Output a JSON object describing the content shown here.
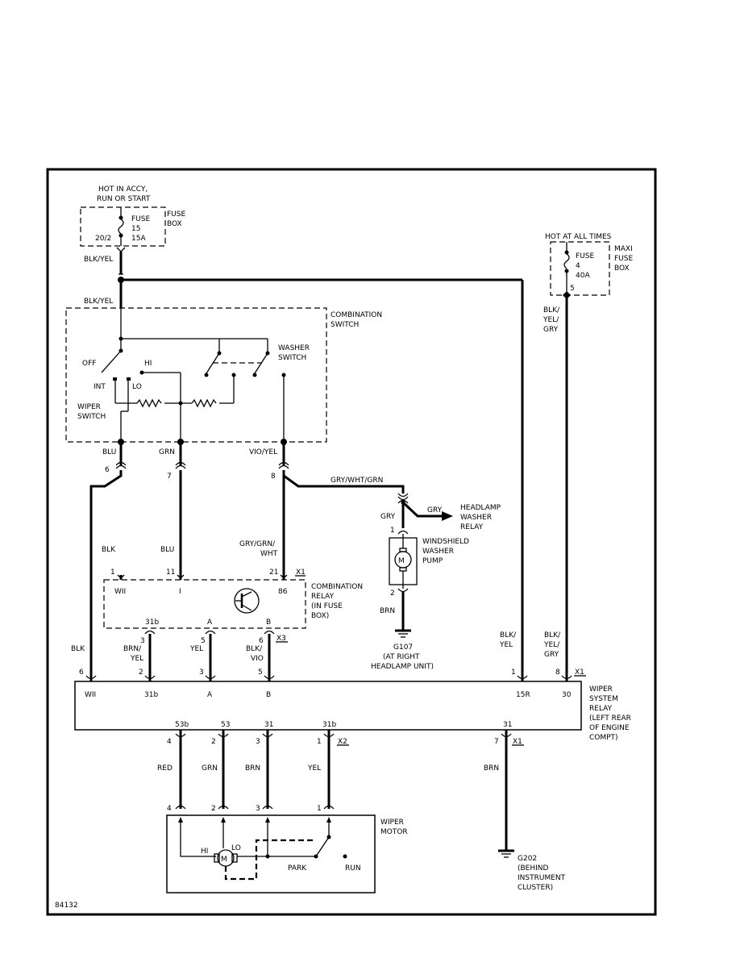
{
  "power": {
    "hot_accy": [
      "HOT IN ACCY,",
      "RUN OR START"
    ],
    "fuse_box": [
      "FUSE",
      "BOX"
    ],
    "fuse15": [
      "FUSE",
      "15",
      "15A"
    ],
    "fuse_pos": "20/2",
    "hot_all": "HOT AT ALL TIMES",
    "maxi_box": [
      "MAXI",
      "FUSE",
      "BOX"
    ],
    "fuse4": [
      "FUSE",
      "4",
      "40A"
    ],
    "maxi_pin": "5"
  },
  "wires": {
    "blk_yel": "BLK/YEL",
    "blk_yel_2": "BLK/YEL",
    "blu": "BLU",
    "grn": "GRN",
    "vio_yel": "VIO/YEL",
    "gry_wht_grn": "GRY/WHT/GRN",
    "gry": "GRY",
    "gry2": "GRY",
    "blk_a": "BLK",
    "blu_b": "BLU",
    "gry_grn_wht": [
      "GRY/GRN/",
      "WHT"
    ],
    "brn_pump": "BRN",
    "blk_yel_gry": [
      "BLK/",
      "YEL/",
      "GRY"
    ],
    "blk_yel_r1": [
      "BLK/",
      "YEL"
    ],
    "blk_yel_gry_r2": [
      "BLK/",
      "YEL/",
      "GRY"
    ],
    "blk_main": "BLK",
    "brn_yel": [
      "BRN/",
      "YEL"
    ],
    "yel_a": "YEL",
    "blk_vio": [
      "BLK/",
      "VIO"
    ],
    "red": "RED",
    "grn_b": "GRN",
    "brn_c": "BRN",
    "yel_b": "YEL",
    "brn_gnd": "BRN"
  },
  "combination_switch": {
    "title": [
      "COMBINATION",
      "SWITCH"
    ],
    "washer": [
      "WASHER",
      "SWITCH"
    ],
    "off": "OFF",
    "hi": "HI",
    "int": "INT",
    "lo": "LO",
    "wiper": [
      "WIPER",
      "SWITCH"
    ]
  },
  "connector_pins": {
    "p6": "6",
    "p7": "7",
    "p8": "8",
    "p1": "1",
    "p11": "11",
    "p21": "21",
    "x1": "X1",
    "p3": "3",
    "p5": "5",
    "p6b": "6",
    "x3": "X3",
    "p2": "2",
    "r6": "6",
    "r2": "2",
    "r3": "3",
    "r5": "5",
    "r1": "1",
    "r8": "8",
    "rx1": "X1",
    "b4": "4",
    "b2": "2",
    "b3": "3",
    "b1": "1",
    "bx2": "X2",
    "b7": "7",
    "bx1": "X1",
    "m4": "4",
    "m2": "2",
    "m3": "3",
    "m1": "1",
    "pump1": "1",
    "pump2": "2"
  },
  "combination_relay": {
    "title": [
      "COMBINATION",
      "RELAY",
      "(IN FUSE",
      "BOX)"
    ],
    "t_wii": "WII",
    "t_i": "I",
    "t_86": "86",
    "t_31b": "31b",
    "t_a": "A",
    "t_b": "B"
  },
  "headlamp": [
    "HEADLAMP",
    "WASHER",
    "RELAY"
  ],
  "pump": [
    "WINDSHIELD",
    "WASHER",
    "PUMP"
  ],
  "pump_motor": "M",
  "ground_g107": [
    "G107",
    "(AT RIGHT",
    "HEADLAMP UNIT)"
  ],
  "wiper_relay": {
    "title": [
      "WIPER",
      "SYSTEM",
      "RELAY",
      "(LEFT REAR",
      "OF ENGINE",
      "COMPT)"
    ],
    "t_wii": "WII",
    "t_31b": "31b",
    "t_a": "A",
    "t_b": "B",
    "t_15r": "15R",
    "t_30": "30",
    "t_53b": "53b",
    "t_53": "53",
    "t_31": "31",
    "t_31b_2": "31b",
    "t_31_2": "31"
  },
  "wiper_motor": {
    "title": [
      "WIPER",
      "MOTOR"
    ],
    "hi": "HI",
    "lo": "LO",
    "m": "M",
    "park": "PARK",
    "run": "RUN"
  },
  "ground_g202": [
    "G202",
    "(BEHIND",
    "INSTRUMENT",
    "CLUSTER)"
  ],
  "figure_id": "84132"
}
